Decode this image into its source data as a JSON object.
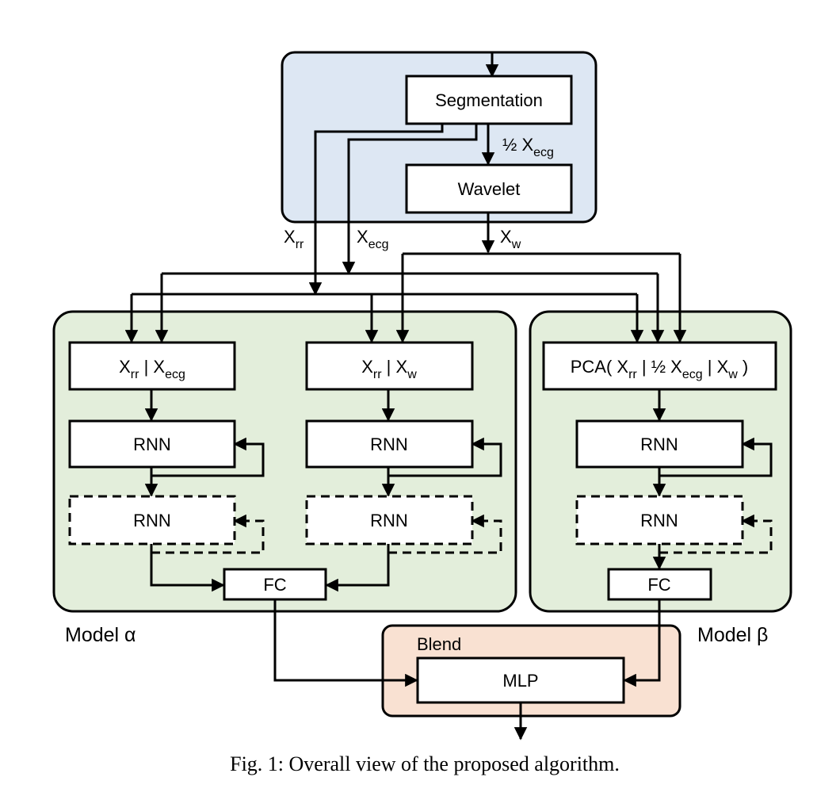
{
  "colors": {
    "preprocess_bg": "#dde7f3",
    "model_bg": "#e3eedb",
    "blend_bg": "#f9e1d2"
  },
  "nodes": {
    "segmentation": "Segmentation",
    "wavelet": "Wavelet",
    "alpha_input_1": {
      "main1": "X",
      "sub1": "rr",
      "sep": " | ",
      "main2": "X",
      "sub2": "ecg"
    },
    "alpha_input_2": {
      "main1": "X",
      "sub1": "rr",
      "sep": " | ",
      "main2": "X",
      "sub2": "w"
    },
    "beta_input": {
      "prefix": "PCA( X",
      "sub1": "rr",
      "mid1": " | ½ X",
      "sub2": "ecg",
      "mid2": " | X",
      "sub3": "w",
      "suffix": " )"
    },
    "rnn": "RNN",
    "fc": "FC",
    "mlp": "MLP"
  },
  "edge_labels": {
    "half_xecg": {
      "main": "½ X",
      "sub": "ecg"
    },
    "xrr": {
      "main": "X",
      "sub": "rr"
    },
    "xecg": {
      "main": "X",
      "sub": "ecg"
    },
    "xw": {
      "main": "X",
      "sub": "w"
    }
  },
  "groups": {
    "model_alpha": "Model α",
    "model_beta": "Model β",
    "blend": "Blend"
  },
  "caption": "Fig. 1: Overall view of the proposed algorithm."
}
